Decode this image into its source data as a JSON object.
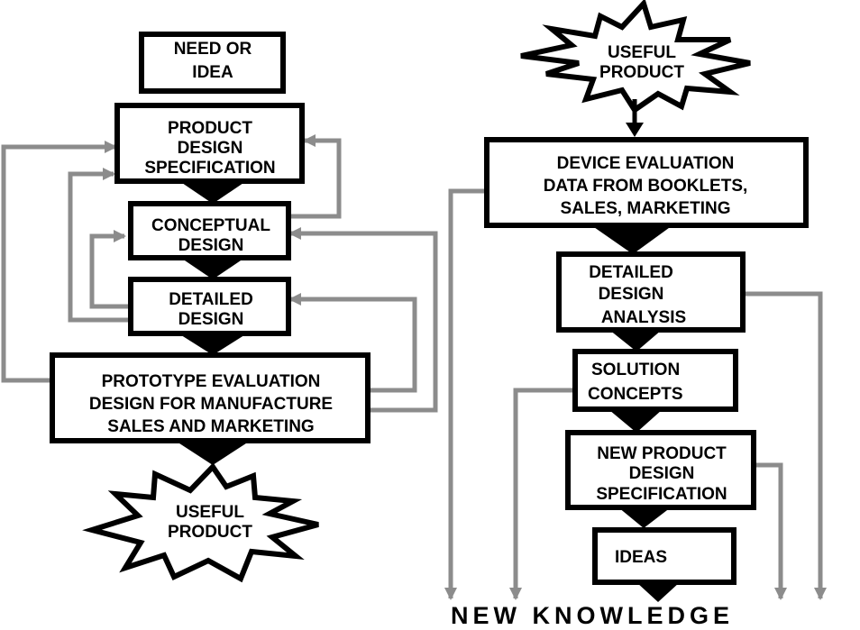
{
  "left_chart": {
    "need_or_idea": [
      "NEED OR",
      "IDEA"
    ],
    "product_design_specification": [
      "PRODUCT",
      "DESIGN",
      "SPECIFICATION"
    ],
    "conceptual_design": [
      "CONCEPTUAL",
      "DESIGN"
    ],
    "detailed_design": [
      "DETAILED",
      "DESIGN"
    ],
    "prototype_evaluation": [
      "PROTOTYPE EVALUATION",
      "DESIGN FOR MANUFACTURE",
      "SALES AND MARKETING"
    ],
    "useful_product": [
      "USEFUL",
      "PRODUCT"
    ]
  },
  "right_chart": {
    "useful_product": [
      "USEFUL",
      "PRODUCT"
    ],
    "device_evaluation": [
      "DEVICE EVALUATION",
      "DATA FROM BOOKLETS,",
      "SALES, MARKETING"
    ],
    "detailed_design_analysis": [
      "DETAILED",
      "DESIGN",
      "ANALYSIS"
    ],
    "solution_concepts": [
      "SOLUTION",
      "CONCEPTS"
    ],
    "new_product_design_specification": [
      "NEW PRODUCT",
      "DESIGN",
      "SPECIFICATION"
    ],
    "ideas": [
      "IDEAS"
    ],
    "new_knowledge": "NEW KNOWLEDGE"
  },
  "colors": {
    "box_border": "#000000",
    "flow_arrow": "#000000",
    "feedback_arrow": "#8c8c8c"
  }
}
